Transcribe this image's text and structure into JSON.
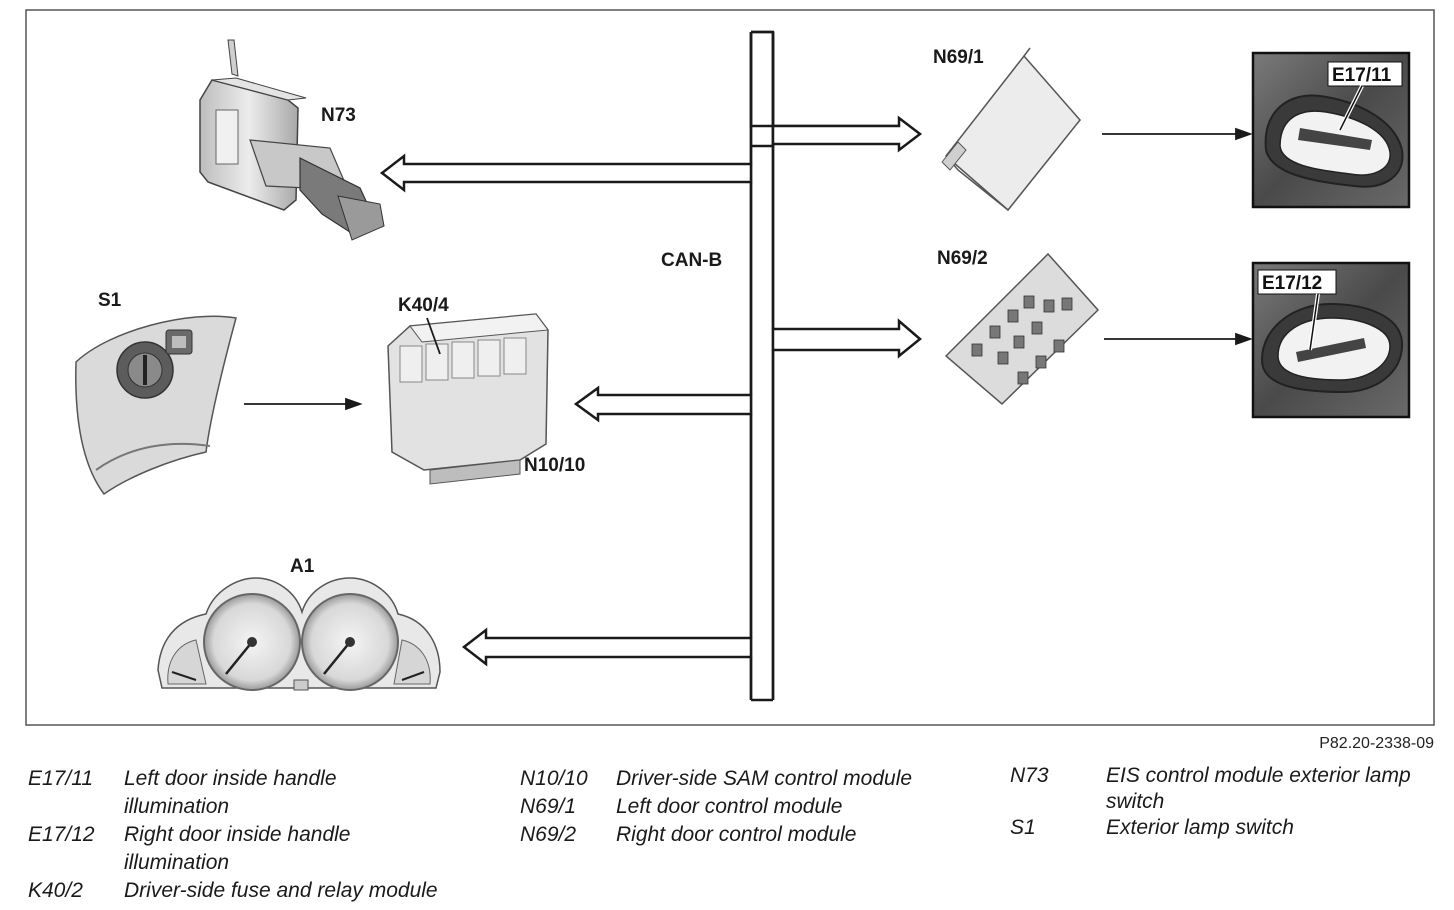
{
  "labels": {
    "n73": "N73",
    "s1": "S1",
    "k40_4": "K40/4",
    "n10_10": "N10/10",
    "a1": "A1",
    "can_b": "CAN-B",
    "n69_1": "N69/1",
    "n69_2": "N69/2",
    "e17_11": "E17/11",
    "e17_12": "E17/12"
  },
  "figure_ref": "P82.20-2338-09",
  "legend": {
    "col1": [
      {
        "code": "E17/11",
        "desc": "Left door inside handle illumination"
      },
      {
        "code": "E17/12",
        "desc": "Right door inside handle illumination"
      },
      {
        "code": "K40/2",
        "desc": "Driver-side fuse and relay module"
      }
    ],
    "col2": [
      {
        "code": "N10/10",
        "desc": "Driver-side SAM control module"
      },
      {
        "code": "N69/1",
        "desc": "Left door control module"
      },
      {
        "code": "N69/2",
        "desc": "Right door control module"
      }
    ],
    "col3": [
      {
        "code": "N73",
        "desc": "EIS control module exterior lamp switch"
      },
      {
        "code": "S1",
        "desc": "Exterior lamp switch"
      }
    ]
  },
  "colors": {
    "line": "#1a1a1a",
    "frame": "#555555",
    "component_fill": "#dcdcdc",
    "photo_dark": "#5a5a5a"
  }
}
